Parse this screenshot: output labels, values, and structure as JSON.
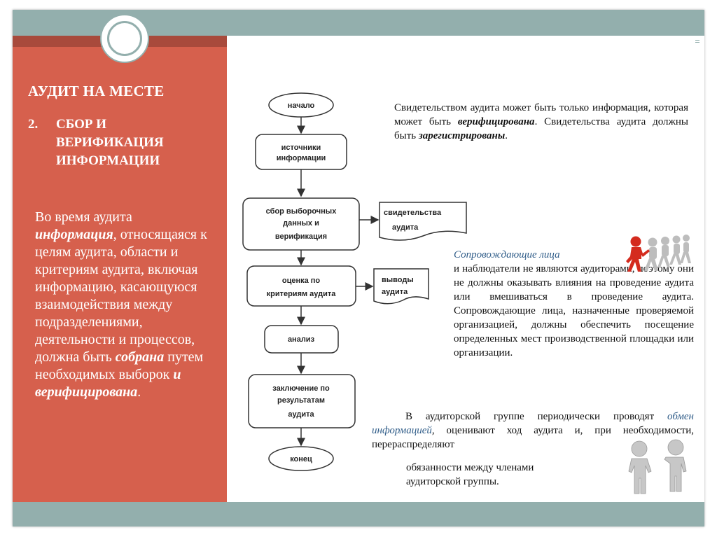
{
  "slide": {
    "title": "АУДИТ НА МЕСТЕ",
    "subtitle_num": "2.",
    "subtitle_first": "СБОР И",
    "subtitle_rest_1": "ВЕРИФИКАЦИЯ",
    "subtitle_rest_2": "ИНФОРМАЦИИ"
  },
  "left_body": {
    "t1": "Во время аудита",
    "t2_bi": "информация",
    "t2_tail": ",",
    "t3": "относящаяся к целям аудита, области и критериям аудита, включая информацию, касающуюся взаимодействия между подразделениями, деятельности и процессов, должна быть",
    "t4_bi": "собрана",
    "t5": " путем необходимых выборок ",
    "t6_bi": "и верифицирована",
    "t7": "."
  },
  "flowchart": {
    "start": "начало",
    "sources_1": "источники",
    "sources_2": "информации",
    "collect_1": "сбор выборочных",
    "collect_2": "данных и",
    "collect_3": "верификация",
    "evidence_1": "свидетельства",
    "evidence_2": "аудита",
    "evaluate_1": "оценка по",
    "evaluate_2": "критериям аудита",
    "findings_1": "выводы",
    "findings_2": "аудита",
    "analysis": "анализ",
    "conclusion_1": "заключение по",
    "conclusion_2": "результатам",
    "conclusion_3": "аудита",
    "end": "конец"
  },
  "block1": {
    "a": "Свидетельством аудита может быть только информация, которая может быть ",
    "b_bi": "верифицирована",
    "c": ". Свидетельства аудита должны быть ",
    "d_bi": "зарегистрированы",
    "e": "."
  },
  "block2": {
    "heading": "Сопровождающие лица",
    "text": "и наблюдатели не являются аудиторами, поэтому они не должны оказывать влияния на проведение аудита или вмешиваться в проведение аудита. Сопровождающие лица, назначенные проверяемой организацией, должны обеспечить посещение определенных мест производственной площадки или организации."
  },
  "block3": {
    "a": "В аудиторской группе периодически проводят ",
    "b_accent": "обмен информацией",
    "c": ", оценивают ход аудита и, при необходимости, перераспределяют",
    "d": "обязанности между членами",
    "e": "аудиторской группы."
  },
  "colors": {
    "bar": "#93afad",
    "panel": "#d6604d",
    "accent_text": "#2f5c88",
    "figure_red": "#d42b1e"
  },
  "icons": {
    "people_running": "running-people-icon",
    "people_talking": "talking-people-icon"
  }
}
